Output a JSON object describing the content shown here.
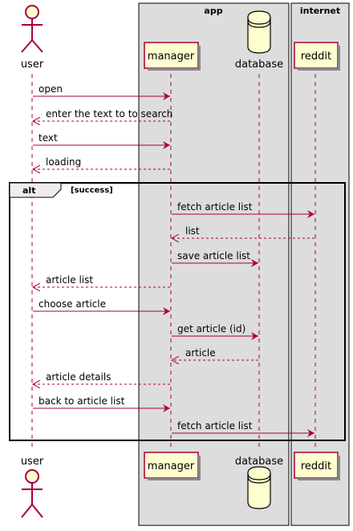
{
  "boxes": {
    "app": "app",
    "internet": "internet"
  },
  "participants": {
    "user": "user",
    "manager": "manager",
    "database": "database",
    "reddit": "reddit"
  },
  "messages": [
    {
      "label": "open"
    },
    {
      "label": "enter the text to to search"
    },
    {
      "label": "text"
    },
    {
      "label": "loading"
    },
    {
      "label": "fetch article list"
    },
    {
      "label": "list"
    },
    {
      "label": "save article list"
    },
    {
      "label": "article list"
    },
    {
      "label": "choose article"
    },
    {
      "label": "get article (id)"
    },
    {
      "label": "article"
    },
    {
      "label": "article details"
    },
    {
      "label": "back to article list"
    },
    {
      "label": "fetch article list"
    }
  ],
  "alt": {
    "keyword": "alt",
    "condition": "[success]"
  },
  "colors": {
    "arrow": "#A80036",
    "participant_fill": "#FEFECE",
    "box_fill": "#DDDDDD"
  }
}
